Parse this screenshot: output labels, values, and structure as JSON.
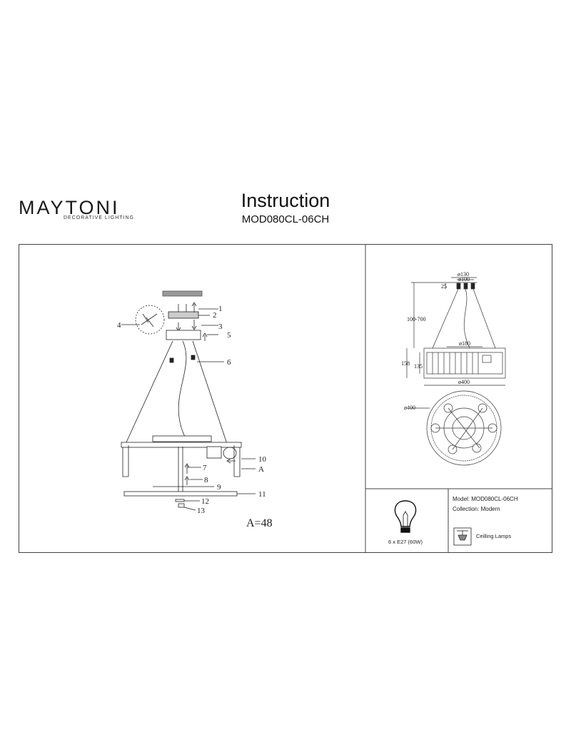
{
  "header": {
    "brand": "MAYTONI",
    "brand_sub": "DECORATIVE LIGHTING",
    "title": "Instruction",
    "model": "MOD080CL-06CH"
  },
  "assembly": {
    "callouts": [
      "1",
      "2",
      "3",
      "4",
      "5",
      "6",
      "7",
      "8",
      "9",
      "10",
      "A",
      "11",
      "12",
      "13"
    ],
    "note": "A=48"
  },
  "dimensions": {
    "d130": "ø130",
    "d100": "ø100",
    "d25": "25",
    "h100_700": "100-700",
    "d180": "ø180",
    "h158": "158",
    "h135": "135",
    "d400": "ø400",
    "d400b": "ø400"
  },
  "specs": {
    "bulb": "6 x E27 (60W)",
    "model": "Model: MOD080CL-06CH",
    "collection": "Collection: Modern",
    "type": "Ceilling Lamps"
  },
  "icons": [
    "bulb-icon",
    "ceiling-lamp-icon"
  ]
}
